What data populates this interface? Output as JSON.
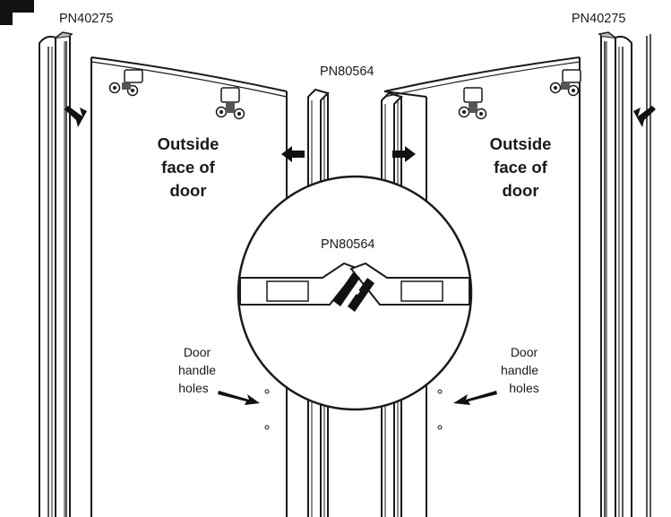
{
  "labels": {
    "part_left_seal": "PN40275",
    "part_right_seal": "PN40275",
    "part_center_seal": "PN80564",
    "part_detail_seal": "PN80564",
    "left_face": [
      "Outside",
      "face of",
      "door"
    ],
    "right_face": [
      "Outside",
      "face of",
      "door"
    ],
    "left_handle": [
      "Door",
      "handle",
      "holes"
    ],
    "right_handle": [
      "Door",
      "handle",
      "holes"
    ]
  },
  "colors": {
    "line": "#1a1a1a",
    "seal_gray": "#8c8c8c",
    "seal_light": "#d9d9d9",
    "background": "#ffffff"
  }
}
